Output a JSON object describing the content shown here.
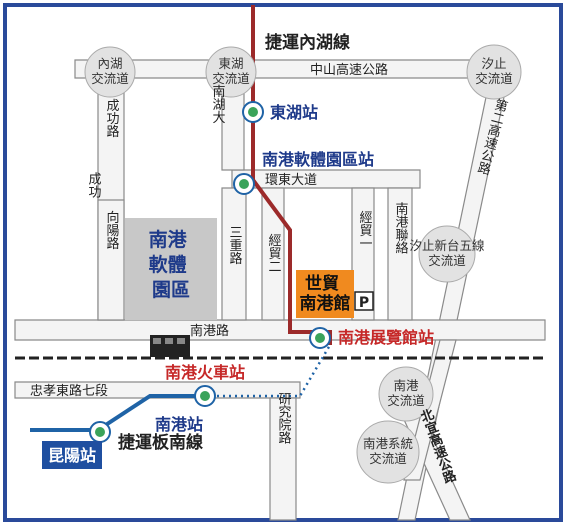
{
  "colors": {
    "frame": "#2a4a9a",
    "red_line": "#9c2a2a",
    "blue_line": "#1f63a6",
    "expo_fill": "#f08a1f",
    "park_fill": "#c8c8c8",
    "blue_text": "#1e3a8a",
    "red_text": "#c62828"
  },
  "lines": {
    "neihu": "捷運內湖線",
    "bannan": "捷運板南線"
  },
  "stations": {
    "donghu": "東湖站",
    "software_park": "南港軟體園區站",
    "exhibition": "南港展覽館站",
    "nangang": "南港站",
    "train": "南港火車站",
    "kunyang": "昆陽站"
  },
  "interchanges": {
    "neihu": "內湖\n交流道",
    "donghu": "東湖\n交流道",
    "xizhi": "汐止\n交流道",
    "xizhi_taiwu": "汐止新台五線\n交流道",
    "nangang": "南港\n交流道",
    "nangang_system": "南港系統\n交流道"
  },
  "roads": {
    "zhongshan_fwy": "中山高速公路",
    "second_fwy": "第二高速公路",
    "huandong": "環東大道",
    "chenggong1": "成功路",
    "chenggong2": "成功",
    "nanhu": "南湖大",
    "xiangyang": "向陽路",
    "sanchong": "三重路",
    "jingmao2": "經貿二",
    "jingmao1": "經貿一",
    "nangang_lian": "南港聯絡",
    "nangang_rd": "南港路",
    "zhongxiao": "忠孝東路七段",
    "yanjiuyuan": "研究院路",
    "beiyi": "北宜高速公路"
  },
  "landmarks": {
    "software_park": "南港軟體園區",
    "expo": "世貿南港館",
    "parking": "P"
  },
  "icon_names": [
    "mrt-station-icon",
    "parking-icon",
    "train-icon"
  ]
}
